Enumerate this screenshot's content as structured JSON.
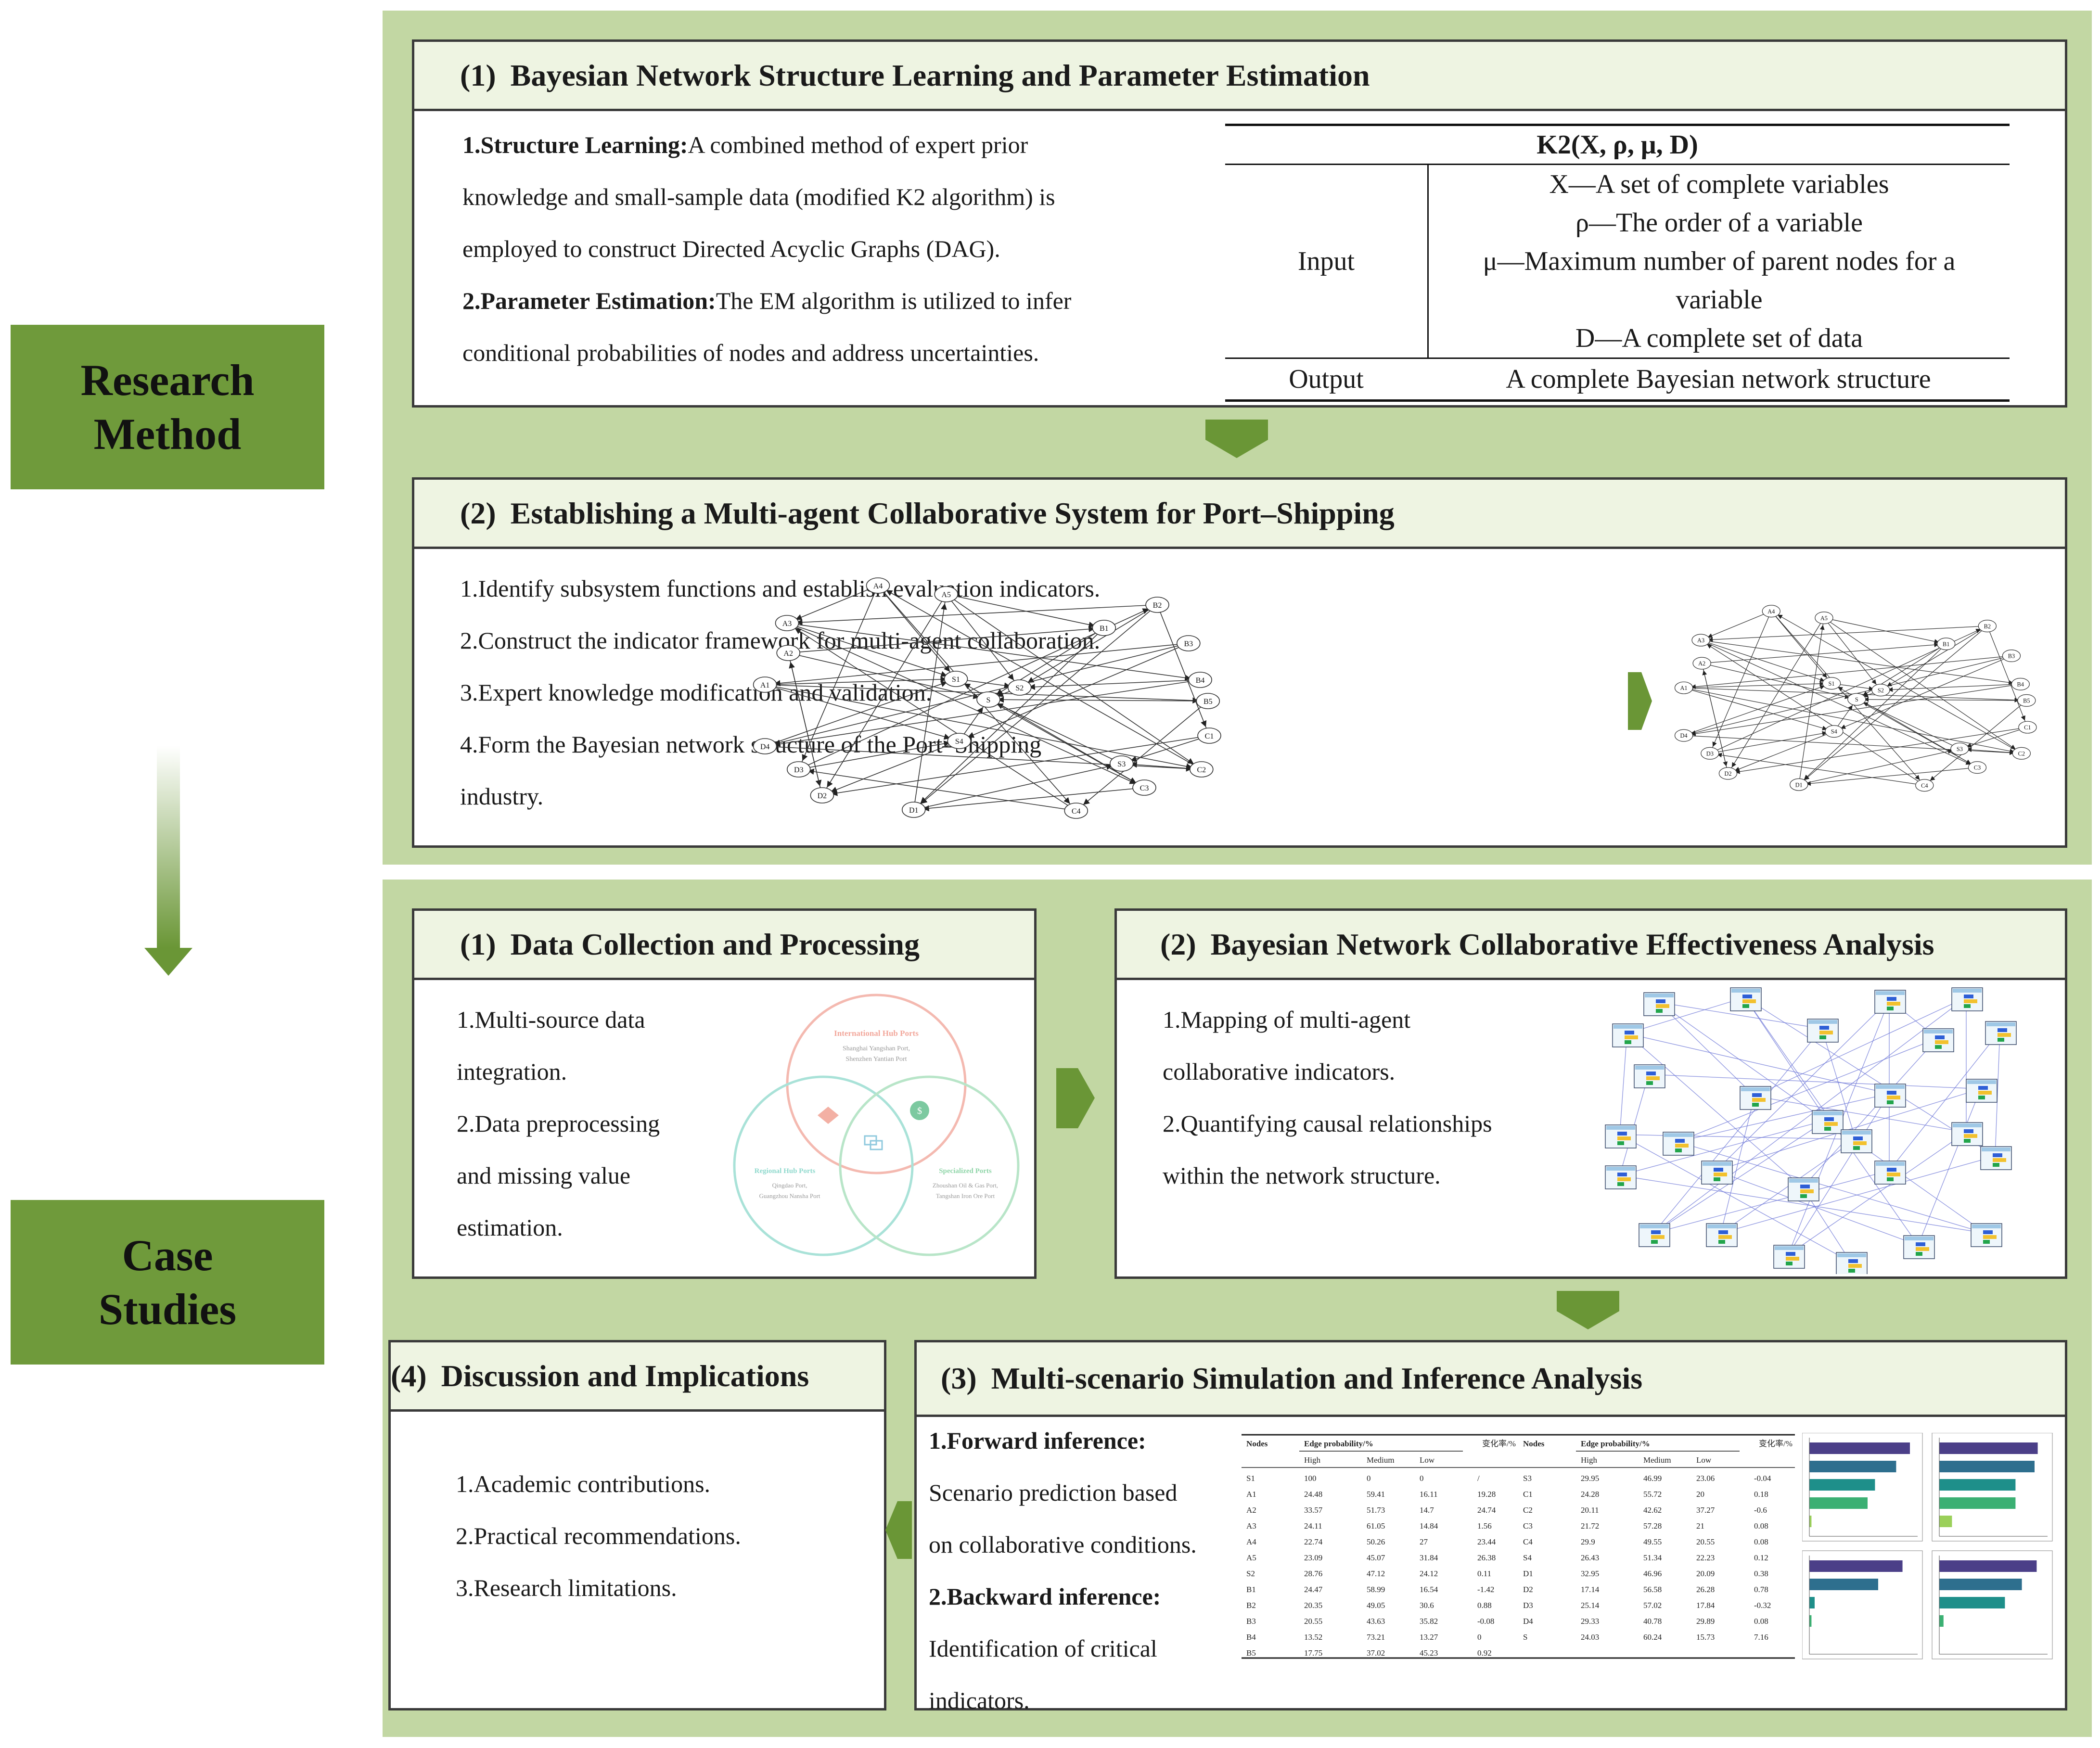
{
  "side": {
    "research": "Research\nMethod",
    "case": "Case\nStudies"
  },
  "rm1": {
    "num": "(1)",
    "title": "Bayesian Network Structure Learning and Parameter Estimation",
    "p1_bold": "1.Structure Learning:",
    "p1_l1": "A combined method of expert prior",
    "p1_l2": "knowledge and small-sample data (modified K2 algorithm) is",
    "p1_l3": "employed to construct Directed Acyclic Graphs (DAG).",
    "p2_bold": "2.Parameter Estimation:",
    "p2_l1": "The EM algorithm is utilized to infer",
    "p2_l2": "conditional probabilities of nodes and address uncertainties.",
    "k2": {
      "title": "K2(X, ρ, μ, D)",
      "input_label": "Input",
      "inputs": [
        "X—A set of complete variables",
        "ρ—The order of a variable",
        "μ—Maximum number of parent nodes for a",
        "variable",
        "D—A complete set of data"
      ],
      "output_label": "Output",
      "output": "A complete Bayesian network structure"
    }
  },
  "rm2": {
    "num": "(2)",
    "title": "Establishing a Multi-agent Collaborative System for Port–Shipping",
    "lines": [
      "1.Identify subsystem functions and establish evaluation indicators.",
      "2.Construct the indicator framework for multi-agent collaboration.",
      "3.Expert knowledge modification and validation.",
      "4.Form the Bayesian network structure of the Port–Shipping",
      "industry."
    ],
    "nodes": [
      "A4",
      "A5",
      "A3",
      "A2",
      "A1",
      "B2",
      "B1",
      "B3",
      "B4",
      "B5",
      "C1",
      "C2",
      "S1",
      "S2",
      "S",
      "S4",
      "S3",
      "D4",
      "D3",
      "D2",
      "D1",
      "C4",
      "C3"
    ]
  },
  "cs1": {
    "num": "(1)",
    "title": "Data Collection and Processing",
    "lines": [
      "1.Multi-source data",
      "integration.",
      "2.Data preprocessing",
      "and missing value",
      "estimation."
    ],
    "venn": {
      "top_title": "International Hub Ports",
      "top_l1": "Shanghai Yangshan Port,",
      "top_l2": "Shenzhen Yantian Port",
      "left_title": "Regional Hub Ports",
      "left_l1": "Qingdao Port,",
      "left_l2": "Guangzhou Nansha Port",
      "right_title": "Specialized Ports",
      "right_l1": "Zhoushan Oil & Gas Port,",
      "right_l2": "Tangshan Iron Ore Port"
    }
  },
  "cs2": {
    "num": "(2)",
    "title": "Bayesian Network Collaborative Effectiveness Analysis",
    "lines": [
      "1.Mapping of multi-agent",
      "collaborative indicators.",
      "2.Quantifying causal relationships",
      "within the network structure."
    ]
  },
  "cs3": {
    "num": "(3)",
    "title": "Multi-scenario Simulation and Inference Analysis",
    "fwd_bold": "1.Forward inference:",
    "fwd_l1": "Scenario prediction based",
    "fwd_l2": "on collaborative conditions.",
    "bwd_bold": "2.Backward inference:",
    "bwd_l1": "Identification of critical",
    "bwd_l2": "indicators.",
    "table": {
      "h_nodes": "Nodes",
      "h_edge": "Edge probability/%",
      "h_rate": "变化率/%",
      "h_high": "High",
      "h_medium": "Medium",
      "h_low": "Low",
      "left": [
        [
          "S1",
          "100",
          "0",
          "0",
          "/"
        ],
        [
          "A1",
          "24.48",
          "59.41",
          "16.11",
          "19.28"
        ],
        [
          "A2",
          "33.57",
          "51.73",
          "14.7",
          "24.74"
        ],
        [
          "A3",
          "24.11",
          "61.05",
          "14.84",
          "1.56"
        ],
        [
          "A4",
          "22.74",
          "50.26",
          "27",
          "23.44"
        ],
        [
          "A5",
          "23.09",
          "45.07",
          "31.84",
          "26.38"
        ],
        [
          "S2",
          "28.76",
          "47.12",
          "24.12",
          "0.11"
        ],
        [
          "B1",
          "24.47",
          "58.99",
          "16.54",
          "-1.42"
        ],
        [
          "B2",
          "20.35",
          "49.05",
          "30.6",
          "0.88"
        ],
        [
          "B3",
          "20.55",
          "43.63",
          "35.82",
          "-0.08"
        ],
        [
          "B4",
          "13.52",
          "73.21",
          "13.27",
          "0"
        ],
        [
          "B5",
          "17.75",
          "37.02",
          "45.23",
          "0.92"
        ]
      ],
      "right": [
        [
          "S3",
          "29.95",
          "46.99",
          "23.06",
          "-0.04"
        ],
        [
          "C1",
          "24.28",
          "55.72",
          "20",
          "0.18"
        ],
        [
          "C2",
          "20.11",
          "42.62",
          "37.27",
          "-0.6"
        ],
        [
          "C3",
          "21.72",
          "57.28",
          "21",
          "0.08"
        ],
        [
          "C4",
          "29.9",
          "49.55",
          "20.55",
          "0.08"
        ],
        [
          "S4",
          "26.43",
          "51.34",
          "22.23",
          "0.12"
        ],
        [
          "D1",
          "32.95",
          "46.96",
          "20.09",
          "0.38"
        ],
        [
          "D2",
          "17.14",
          "56.58",
          "26.28",
          "0.78"
        ],
        [
          "D3",
          "25.14",
          "57.02",
          "17.84",
          "-0.32"
        ],
        [
          "D4",
          "29.33",
          "40.78",
          "29.89",
          "0.08"
        ],
        [
          "S",
          "24.03",
          "60.24",
          "15.73",
          "7.16"
        ]
      ]
    }
  },
  "cs4": {
    "num": "(4)",
    "title": "Discussion and Implications",
    "lines": [
      "1.Academic contributions.",
      "2.Practical recommendations.",
      "3.Research limitations."
    ]
  },
  "chart_data": [
    {
      "type": "bar",
      "orientation": "horizontal",
      "values": [
        0.95,
        0.82,
        0.62,
        0.55,
        0.02
      ]
    },
    {
      "type": "bar",
      "orientation": "horizontal",
      "values": [
        0.93,
        0.9,
        0.72,
        0.72,
        0.12
      ]
    },
    {
      "type": "bar",
      "orientation": "horizontal",
      "values": [
        0.88,
        0.65,
        0.05,
        0.02
      ]
    },
    {
      "type": "bar",
      "orientation": "horizontal",
      "values": [
        0.92,
        0.78,
        0.62,
        0.04
      ]
    }
  ],
  "colors": {
    "panel": "#c2d7a3",
    "side": "#6f9a3b",
    "header": "#eef4e2",
    "chevron": "#6a9636"
  }
}
